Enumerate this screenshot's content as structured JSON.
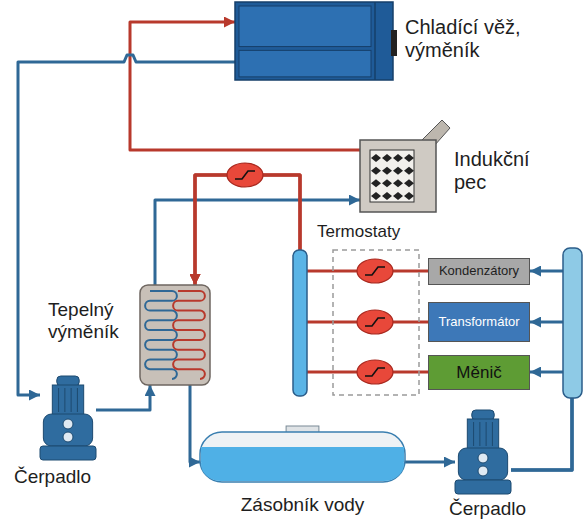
{
  "diagram": {
    "nodes": [
      {
        "text": [
          "Chladící věž, výměník"
        ]
      },
      {
        "text": [
          "Indukční pec"
        ]
      },
      {
        "text": [
          "Termostaty"
        ]
      },
      {
        "text": [
          "Tepelný výměník"
        ]
      },
      {
        "text": [
          "Kondenzátory"
        ]
      },
      {
        "text": [
          "Transformátor"
        ]
      },
      {
        "text": [
          "Měnič"
        ]
      },
      {
        "text": [
          "Čerpadlo"
        ]
      },
      {
        "text": [
          "Zásobník vody"
        ]
      },
      {
        "text": [
          "Čerpadlo"
        ]
      }
    ],
    "edges": [
      {
        "from": 1,
        "to": 0,
        "arrow": "to"
      },
      {
        "from": 0,
        "to": 7,
        "arrow": "to"
      },
      {
        "from": 7,
        "to": 3,
        "arrow": "to"
      },
      {
        "from": 3,
        "to": 1,
        "arrow": "to"
      },
      {
        "from": 3,
        "to": 8,
        "arrow": "to"
      },
      {
        "from": 8,
        "to": 9,
        "arrow": "to"
      },
      {
        "from": 9,
        "to": 4,
        "arrow": "to"
      },
      {
        "from": 9,
        "to": 5,
        "arrow": "to"
      },
      {
        "from": 9,
        "to": 6,
        "arrow": "to"
      },
      {
        "from": 4,
        "to": 3,
        "arrow": "to"
      },
      {
        "from": 5,
        "to": 3,
        "arrow": "to"
      },
      {
        "from": 6,
        "to": 3,
        "arrow": "to"
      }
    ]
  }
}
